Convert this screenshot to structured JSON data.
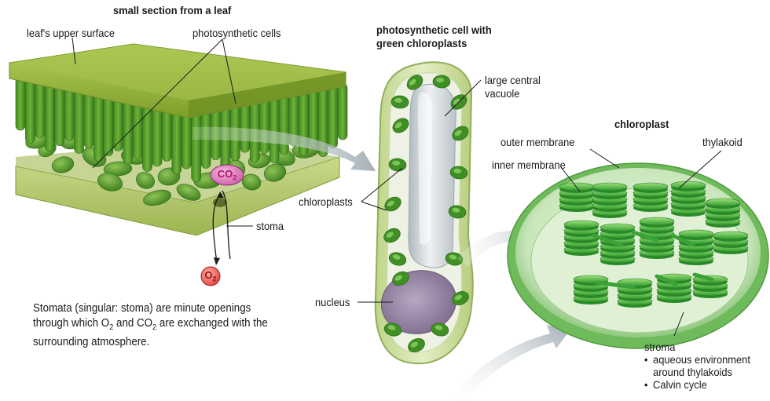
{
  "leaf": {
    "title": "small section from a leaf",
    "upper_surface_label": "leaf's upper surface",
    "cells_label": "photosynthetic cells",
    "stoma_label": "stoma",
    "co2_label": "CO",
    "co2_sub": "2",
    "o2_label": "O",
    "o2_sub": "2"
  },
  "stomata_text": {
    "part1": "Stomata (singular: stoma) are minute openings through which O",
    "sub1": "2",
    "part2": " and CO",
    "sub2": "2",
    "part3": " are exchanged with the surrounding atmosphere."
  },
  "cell": {
    "title_line1": "photosynthetic cell with",
    "title_line2": "green chloroplasts",
    "vacuole_line1": "large central",
    "vacuole_line2": "vacuole",
    "chloroplasts_label": "chloroplasts",
    "nucleus_label": "nucleus"
  },
  "chloroplast": {
    "title": "chloroplast",
    "outer_membrane_label": "outer membrane",
    "inner_membrane_label": "inner membrane",
    "thylakoid_label": "thylakoid",
    "stroma_label": "stroma",
    "stroma_points": [
      "aqueous environment around thylakoids",
      "Calvin cycle"
    ]
  },
  "colors": {
    "leaf_green": "#8aad3a",
    "cell_green": "#4e9a2c",
    "chloroplast_green": "#5cbf52",
    "gas_magenta": "#b3126b",
    "gas_red": "#d8323a"
  }
}
